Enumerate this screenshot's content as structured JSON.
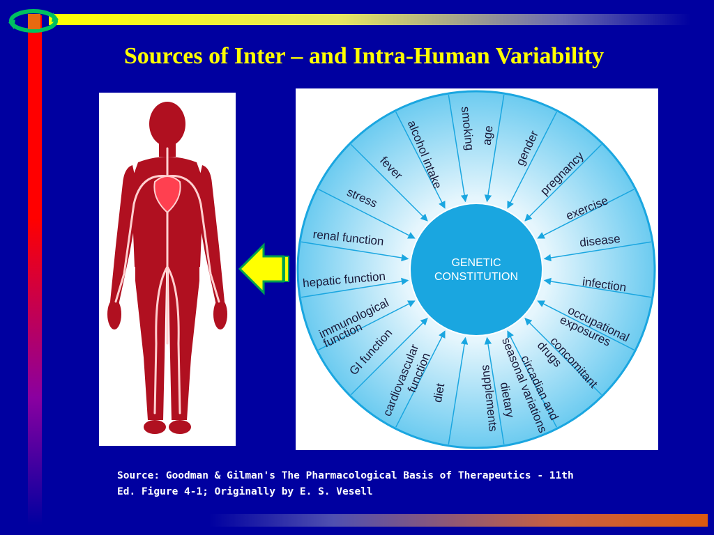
{
  "slide": {
    "title": "Sources of Inter – and Intra-Human Variability",
    "source_line1": "Source: Goodman & Gilman's The Pharmacological Basis of Therapeutics - 11th",
    "source_line2": "Ed. Figure 4-1; Originally by E. S. Vesell"
  },
  "diagram": {
    "center_line1": "GENETIC",
    "center_line2": "CONSTITUTION",
    "factors": [
      {
        "id": "alcohol-intake",
        "text": "alcohol intake"
      },
      {
        "id": "smoking",
        "text": "smoking"
      },
      {
        "id": "age",
        "text": "age"
      },
      {
        "id": "gender",
        "text": "gender"
      },
      {
        "id": "pregnancy",
        "text": "pregnancy"
      },
      {
        "id": "exercise",
        "text": "exercise"
      },
      {
        "id": "disease",
        "text": "disease"
      },
      {
        "id": "infection",
        "text": "infection"
      },
      {
        "id": "occupational-1",
        "text": "occupational"
      },
      {
        "id": "occupational-2",
        "text": "exposures"
      },
      {
        "id": "concomitant-1",
        "text": "concomitant"
      },
      {
        "id": "concomitant-2",
        "text": "drugs"
      },
      {
        "id": "circadian-1",
        "text": "circadian and"
      },
      {
        "id": "circadian-2",
        "text": "seasonal variations"
      },
      {
        "id": "dietary-1",
        "text": "dietary"
      },
      {
        "id": "dietary-2",
        "text": "supplements"
      },
      {
        "id": "diet",
        "text": "diet"
      },
      {
        "id": "cardio-1",
        "text": "cardiovascular"
      },
      {
        "id": "cardio-2",
        "text": "function"
      },
      {
        "id": "gi-function",
        "text": "GI function"
      },
      {
        "id": "immuno-1",
        "text": "immunological"
      },
      {
        "id": "immuno-2",
        "text": "function"
      },
      {
        "id": "hepatic",
        "text": "hepatic function"
      },
      {
        "id": "renal",
        "text": "renal function"
      },
      {
        "id": "stress",
        "text": "stress"
      },
      {
        "id": "fever",
        "text": "fever"
      }
    ]
  },
  "colors": {
    "background": "#0000a0",
    "title": "#ffff00",
    "wheel_outer": "#6ccbf0",
    "wheel_center": "#1aa6e0",
    "arrow": "#ffff00",
    "body": "#b01020"
  }
}
